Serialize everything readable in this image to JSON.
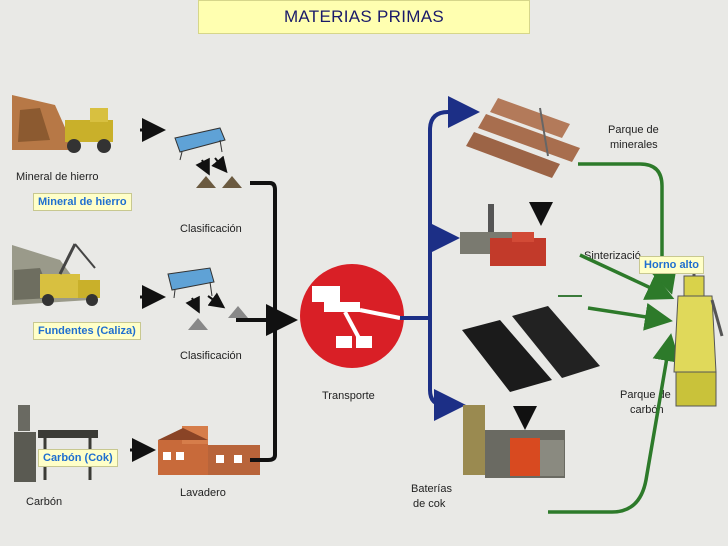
{
  "header": {
    "title": "MATERIAS PRIMAS"
  },
  "highlights": {
    "mineral": "Mineral de hierro",
    "fundentes": "Fundentes (Caliza)",
    "carbon": "Carbón (Cok)",
    "horno": "Horno alto"
  },
  "labels": {
    "mineral_hierro": "Mineral de hierro",
    "clasificacion_1": "Clasificación",
    "clasificacion_2": "Clasificación",
    "carbon": "Carbón",
    "lavadero": "Lavadero",
    "transporte": "Transporte",
    "parque_minerales_1": "Parque de",
    "parque_minerales_2": "minerales",
    "sinterizacion": "Sinterizació",
    "parque_carbon_1": "Parque de",
    "parque_carbon_2": "carbón",
    "baterias_1": "Baterías",
    "baterias_2": "de cok"
  },
  "colors": {
    "flow_black": "#111111",
    "flow_blue": "#1c2f86",
    "flow_green": "#2d7a2a",
    "hub": "#d91f26"
  }
}
